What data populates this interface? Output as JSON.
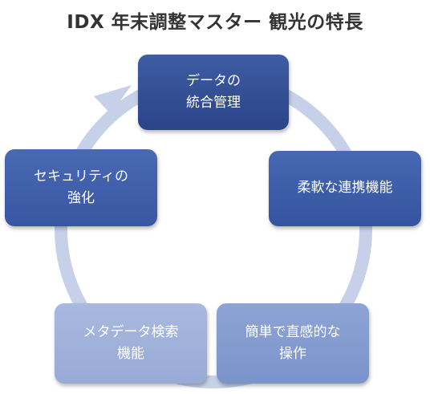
{
  "title": "IDX 年末調整マスター 観光の特長",
  "nodes": [
    {
      "lines": [
        "データの",
        "統合管理"
      ]
    },
    {
      "lines": [
        "柔軟な連携機能"
      ]
    },
    {
      "lines": [
        "簡単で直感的な",
        "操作"
      ]
    },
    {
      "lines": [
        "メタデータ検索",
        "機能"
      ]
    },
    {
      "lines": [
        "セキュリティの",
        "強化"
      ]
    }
  ],
  "colors": {
    "ring": "#c6d0e8",
    "node_dark": "#2f4b93",
    "node_light": "#a3b4dc"
  }
}
